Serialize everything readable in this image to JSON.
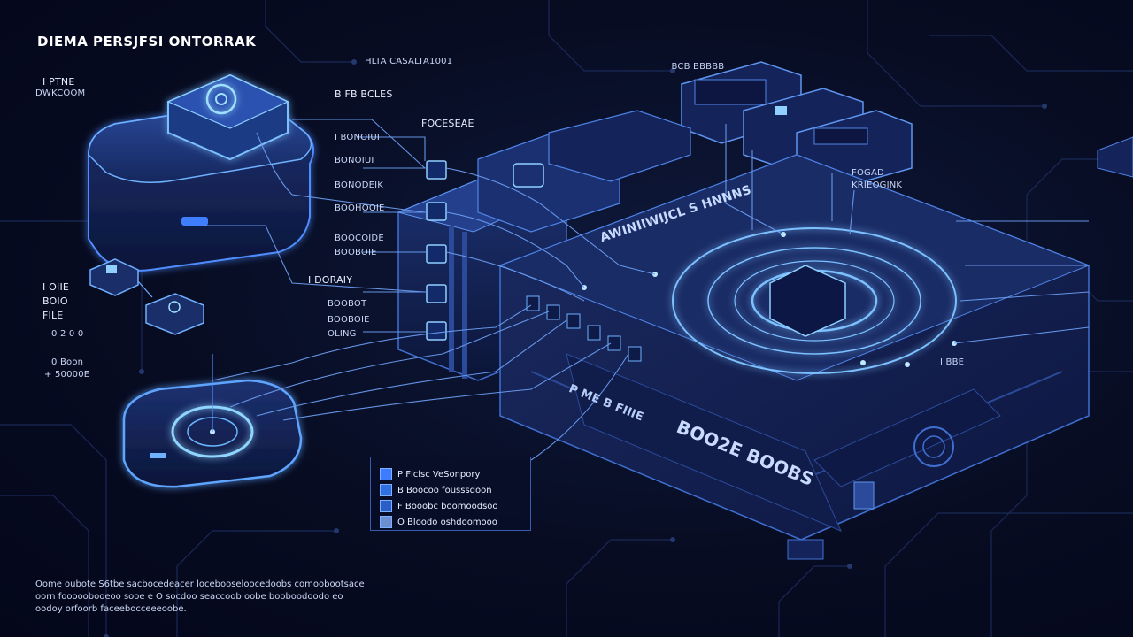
{
  "title": "DIEMA PERSJFSI ONTORRAK",
  "header_center": "HLTA CASALTA1001",
  "left_labels": {
    "l1": "I PTNE",
    "l2": "DWKCOOM"
  },
  "bus_title": "B  FB BCLES",
  "proc_label": "FOCESEAE",
  "list_labels": [
    "I BONOIUI",
    "BONOIUI",
    "BONODEIK",
    "BOOHOOIE"
  ],
  "mid_labels": [
    "BOOCOIDE",
    "BOOBOIE"
  ],
  "doraiy": "I DORAIY",
  "lower_labels": [
    "BOOBOT",
    "BOOBOIE",
    "OLING"
  ],
  "left_stack": [
    "I OIIE",
    "BOIO",
    "FILE",
    "0 2 0 0",
    "0 Boon",
    "+ 50000E"
  ],
  "top_right_label": "I BCB BBBBB",
  "right_label": [
    "FOGAD",
    "KRIEOGINK"
  ],
  "board_heading": "AWINIIWIJCL S HNNNS",
  "board_bottom": "BOO2E BOOBS",
  "board_mid": "P ME  B    FIIIE",
  "side_right": "I  BBE",
  "legend": [
    {
      "label": "P  Flclsc VeSonpory",
      "color": "#3d7bff"
    },
    {
      "label": "B  Boocoo fousssdoon",
      "color": "#2f6fe0"
    },
    {
      "label": "F  Booobc boomoodsoo",
      "color": "#2a5fc8"
    },
    {
      "label": "O  Bloodo oshdoomooo",
      "color": "#6d8fd0"
    }
  ],
  "footer": "Oome oubote  S6tbe sacbocedeacer  locebooseloocedoobs comoobootsace oorn fooooobooeoo sooe e O socdoo seaccoob oobe booboodoodo eo oodoy orfoorb faceebocceeeoobe.",
  "colors": {
    "accent": "#4aa3ff",
    "glow": "#6fc3ff",
    "line": "#5a86e6"
  }
}
